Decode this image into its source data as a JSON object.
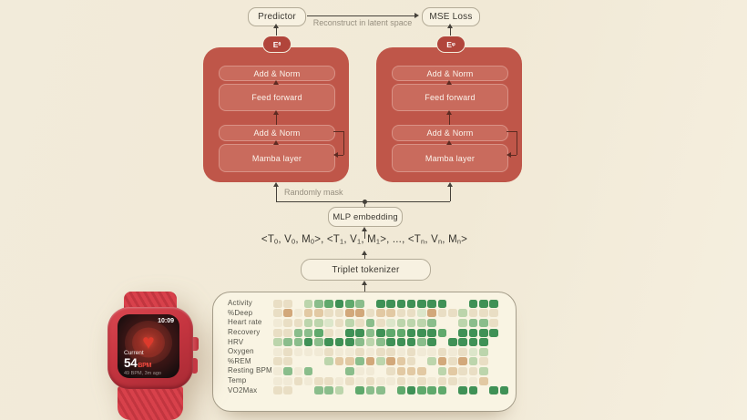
{
  "top": {
    "predictor_label": "Predictor",
    "mse_loss_label": "MSE Loss",
    "reconstruct_label": "Reconstruct in latent space",
    "badge_left": [
      {
        "t": "E"
      },
      {
        "t": "θ",
        "sub": true
      }
    ],
    "badge_right": [
      {
        "t": "E"
      },
      {
        "t": "φ",
        "sub": true
      }
    ]
  },
  "blocks": {
    "layers": [
      "Add & Norm",
      "Feed forward",
      "Add & Norm",
      "Mamba layer"
    ]
  },
  "middle": {
    "randomly_mask_label": "Randomly mask",
    "mlp_embedding_label": "MLP embedding",
    "triplet_tokenizer_label": "Triplet tokenizer",
    "token_segments": [
      {
        "t": "<T"
      },
      {
        "t": "0",
        "sub": true
      },
      {
        "t": ", V"
      },
      {
        "t": "0",
        "sub": true
      },
      {
        "t": ", M"
      },
      {
        "t": "0",
        "sub": true
      },
      {
        "t": ">, <T"
      },
      {
        "t": "1",
        "sub": true
      },
      {
        "t": ", V"
      },
      {
        "t": "1",
        "sub": true
      },
      {
        "t": ", M"
      },
      {
        "t": "1",
        "sub": true
      },
      {
        "t": ">, ..., <T"
      },
      {
        "t": "n",
        "sub": true
      },
      {
        "t": ", V"
      },
      {
        "t": "n",
        "sub": true
      },
      {
        "t": ", M"
      },
      {
        "t": "n",
        "sub": true
      },
      {
        "t": ">"
      }
    ]
  },
  "heatmap": {
    "palette": {
      "b1": "#f1ead6",
      "b2": "#e9dec4",
      "t1": "#e2c9a3",
      "t2": "#d2a87a",
      "g1": "#dce6ca",
      "g2": "#bcd5ac",
      "g3": "#8abd8b",
      "g4": "#5fa96c",
      "g5": "#3f9156"
    },
    "rows": [
      {
        "label": "Activity",
        "cells": [
          "b2",
          "b2",
          "",
          "g2",
          "g3",
          "g4",
          "g5",
          "g4",
          "g3",
          "",
          "g5",
          "g5",
          "g5",
          "g5",
          "g5",
          "g5",
          "g5",
          "",
          "",
          "g5",
          "g5",
          "g5",
          ""
        ]
      },
      {
        "label": "%Deep",
        "cells": [
          "b2",
          "t2",
          "b1",
          "t1",
          "t1",
          "b2",
          "b2",
          "t2",
          "t2",
          "b2",
          "t1",
          "t1",
          "b2",
          "b2",
          "g1",
          "t2",
          "b2",
          "b2",
          "g2",
          "b2",
          "b2",
          "b2",
          ""
        ]
      },
      {
        "label": "Heart rate",
        "cells": [
          "b1",
          "b2",
          "b2",
          "g2",
          "g2",
          "g1",
          "b2",
          "g2",
          "b2",
          "g3",
          "b2",
          "g1",
          "g2",
          "g2",
          "g2",
          "g3",
          "",
          "",
          "g2",
          "g3",
          "g3",
          "b2",
          ""
        ]
      },
      {
        "label": "Recovery",
        "cells": [
          "b2",
          "b2",
          "g3",
          "g3",
          "g4",
          "b2",
          "b1",
          "g5",
          "g5",
          "g3",
          "g5",
          "g4",
          "g4",
          "g5",
          "g5",
          "g5",
          "g4",
          "",
          "g5",
          "g5",
          "g5",
          "g5",
          ""
        ]
      },
      {
        "label": "HRV",
        "cells": [
          "g2",
          "g3",
          "g3",
          "g5",
          "g3",
          "g5",
          "g5",
          "g5",
          "g3",
          "g2",
          "g3",
          "g5",
          "g5",
          "g5",
          "g3",
          "g5",
          "",
          "g5",
          "g5",
          "g5",
          "g5",
          "",
          ""
        ]
      },
      {
        "label": "Oxygen",
        "cells": [
          "b1",
          "b2",
          "b1",
          "b1",
          "b1",
          "b2",
          "b1",
          "b1",
          "b2",
          "b1",
          "b2",
          "b2",
          "b1",
          "b2",
          "b1",
          "b1",
          "b2",
          "b1",
          "b2",
          "g1",
          "g2",
          "",
          ""
        ]
      },
      {
        "label": "%REM",
        "cells": [
          "b2",
          "b2",
          "",
          "",
          "",
          "g2",
          "t1",
          "t1",
          "g3",
          "t2",
          "g2",
          "t2",
          "t1",
          "b2",
          "",
          "g2",
          "t2",
          "b2",
          "t2",
          "g2",
          "b2",
          "",
          ""
        ]
      },
      {
        "label": "Resting BPM",
        "cells": [
          "b1",
          "g3",
          "b1",
          "g3",
          "",
          "",
          "",
          "g3",
          "b1",
          "b1",
          "",
          "b2",
          "t1",
          "t1",
          "t1",
          "",
          "g2",
          "t1",
          "b2",
          "b2",
          "g2",
          "",
          ""
        ]
      },
      {
        "label": "Temp",
        "cells": [
          "b1",
          "b1",
          "b2",
          "b1",
          "b2",
          "b2",
          "b1",
          "b2",
          "b1",
          "b2",
          "b1",
          "b1",
          "b2",
          "b1",
          "b2",
          "b1",
          "b2",
          "b2",
          "b1",
          "b1",
          "t1",
          "",
          ""
        ]
      },
      {
        "label": "VO2Max",
        "cells": [
          "b2",
          "b2",
          "",
          "",
          "g3",
          "g3",
          "g2",
          "",
          "g4",
          "g3",
          "g3",
          "",
          "g4",
          "g5",
          "g4",
          "g4",
          "g4",
          "",
          "g5",
          "g5",
          "",
          "g5",
          "g5"
        ]
      }
    ]
  },
  "watch": {
    "time": "10:09",
    "current_label": "Current",
    "bpm_value": "54",
    "bpm_unit": "BPM",
    "history": "49 BPM, 3m ago",
    "heart_glyph": "♥"
  },
  "colors": {
    "background": "#f1ead8",
    "block_red": "#bf5649",
    "layer_red": "#c96b5d",
    "badge_red": "#b1453b",
    "node_cream": "#f7f1e1",
    "node_border": "#b3ab97",
    "panel_cream": "#f9f4e3",
    "arrow": "#45413a",
    "inner_arrow": "#5d2b22",
    "heart_red": "#dd3a2c",
    "watch_band_red": "#d8414b"
  }
}
